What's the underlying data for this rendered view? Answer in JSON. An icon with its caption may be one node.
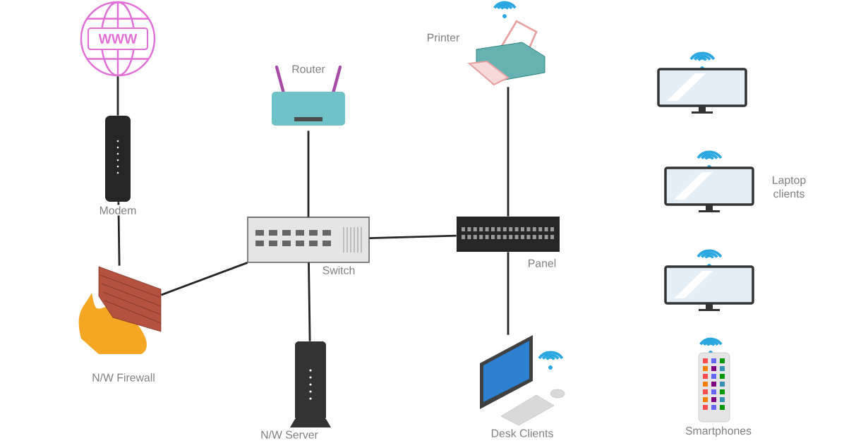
{
  "diagram": {
    "nodes": [
      {
        "text": [
          "WWW"
        ]
      },
      {
        "text": [],
        "shape": "picture",
        "beside": [
          "Modem"
        ]
      },
      {
        "text": [],
        "shape": "picture",
        "beside": [
          "N/W Firewall"
        ]
      },
      {
        "text": [],
        "shape": "picture",
        "beside": [
          "Router"
        ]
      },
      {
        "text": [],
        "shape": "picture",
        "beside": [
          "Switch"
        ]
      },
      {
        "text": [],
        "shape": "picture",
        "beside": [
          "N/W Server"
        ]
      },
      {
        "text": [],
        "shape": "picture",
        "beside": [
          "Printer"
        ]
      },
      {
        "text": [],
        "shape": "picture",
        "beside": [
          "Panel"
        ]
      },
      {
        "text": [],
        "shape": "picture",
        "beside": [
          "Desk Clients"
        ]
      },
      {
        "text": [],
        "shape": "picture"
      },
      {
        "text": [],
        "shape": "picture"
      },
      {
        "text": [],
        "shape": "picture"
      },
      {
        "text": [],
        "shape": "picture",
        "beside": [
          "Smartphones"
        ]
      }
    ],
    "edges": [
      {
        "from": 0,
        "to": 1,
        "arrow": "none"
      },
      {
        "from": 1,
        "to": 2,
        "arrow": "none"
      },
      {
        "from": 2,
        "to": 4,
        "arrow": "none"
      },
      {
        "from": 3,
        "to": 4,
        "arrow": "none"
      },
      {
        "from": 4,
        "to": 5,
        "arrow": "none"
      },
      {
        "from": 4,
        "to": 7,
        "arrow": "none"
      },
      {
        "from": 6,
        "to": 7,
        "arrow": "none"
      },
      {
        "from": 7,
        "to": 8,
        "arrow": "none"
      }
    ],
    "labels": [
      "Laptop clients"
    ]
  }
}
